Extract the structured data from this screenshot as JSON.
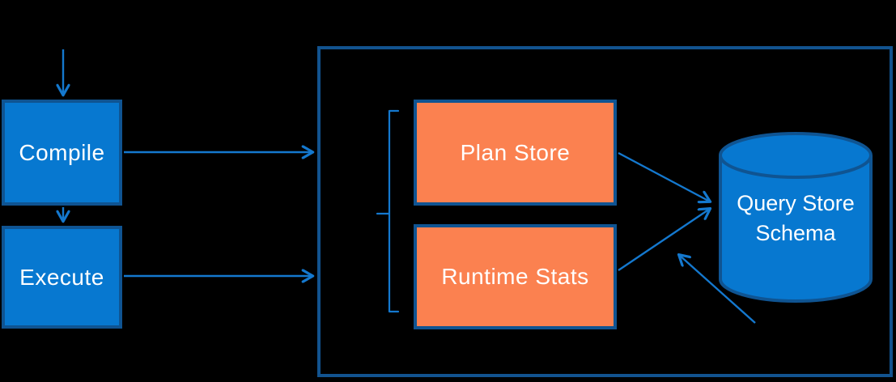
{
  "diagram": {
    "title": "Query Store data collection diagram",
    "background": "#000000",
    "nodes": {
      "compile": {
        "label": "Compile",
        "shape": "rect",
        "fill": "#0778D0"
      },
      "execute": {
        "label": "Execute",
        "shape": "rect",
        "fill": "#0778D0"
      },
      "plan_store": {
        "label": "Plan Store",
        "shape": "rect",
        "fill": "#FB8150"
      },
      "runtime_stats": {
        "label": "Runtime Stats",
        "shape": "rect",
        "fill": "#FB8150"
      },
      "query_store_schema": {
        "label": "Query Store Schema",
        "line1": "Query Store",
        "line2": "Schema",
        "shape": "database-cylinder",
        "fill": "#0778D0"
      },
      "query_store_container": {
        "label": "",
        "shape": "outlined-rect"
      }
    },
    "edges": [
      {
        "from": "start",
        "to": "compile",
        "type": "arrow"
      },
      {
        "from": "compile",
        "to": "execute",
        "type": "arrow"
      },
      {
        "from": "compile",
        "to": "query_store_container",
        "type": "arrow"
      },
      {
        "from": "execute",
        "to": "query_store_container",
        "type": "arrow"
      },
      {
        "from": "plan_store",
        "to": "query_store_schema",
        "type": "arrow"
      },
      {
        "from": "runtime_stats",
        "to": "query_store_schema",
        "type": "arrow"
      },
      {
        "from": "offscreen-annotation",
        "to": "query_store_schema",
        "type": "arrow"
      }
    ],
    "annotations": [
      {
        "name": "bracket",
        "description": "square bracket grouping Plan Store and Runtime Stats"
      }
    ],
    "colors": {
      "node_blue_fill": "#0778D0",
      "node_orange_fill": "#FB8150",
      "border_navy": "#0F5492",
      "container_border": "#12538F",
      "arrow_blue": "#1478CE",
      "text": "#FFFFFF",
      "background": "#000000"
    }
  }
}
